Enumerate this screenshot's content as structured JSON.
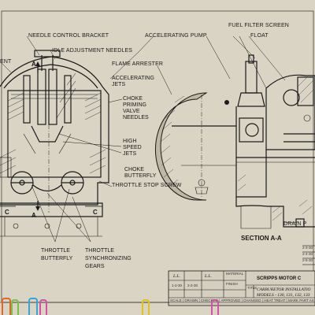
{
  "drawing": {
    "labels": {
      "needle_control_bracket": "NEEDLE CONTROL BRACKET",
      "idle_adjustment_needles": "IDLE ADJUSTMENT NEEDLES",
      "ent": "ENT",
      "flame_arrester": "FLAME ARRESTER",
      "accelerating_jets": "ACCELERATING\nJETS",
      "choke_priming_valve_needles": "CHOKE\nPRIMING\nVALVE\nNEEDLES",
      "high_speed_jets": "HIGH\nSPEED\nJETS",
      "choke_butterfly": "CHOKE\nBUTTERFLY",
      "throttle_stop_screw": "THROTTLE STOP SCREW",
      "throttle_butterfly": "THROTTLE\nBUTTERFLY",
      "throttle_synchronizing_gears": "THROTTLE\nSYNCHRONIZING\nGEARS",
      "accelerating_pump": "ACCELERATING PUMP",
      "fuel_filter_screen": "FUEL FILTER SCREEN",
      "float": "FLOAT",
      "drain_plug": "DRAIN P",
      "section_aa": "SECTION  A-A"
    },
    "section_marks": [
      "A",
      "A",
      "C",
      "C"
    ],
    "side_numbers": [
      "2-3-30",
      "2-4-30",
      "2-5-30"
    ]
  },
  "title_block": {
    "company": "SCRIPPS MOTOR C",
    "title_prefix": "TITLE",
    "title": "CARBURETOR INSTALLATIO",
    "models": "MODELS - 130, 131, 132, 133",
    "dates": [
      "1-2-30",
      "2-2-30"
    ],
    "initials": [
      "L.L.",
      "L.L."
    ],
    "material": "MATERIAL",
    "finish": "FINISH",
    "footer": "SCALE  | DRAWN  | CHECKED | APPROVED | CHANGED  |  HEAT TREAT  |  MARK  PART  AS"
  },
  "colors": {
    "paper": "#d9d4c4",
    "ink": "#1a1a1a",
    "clips": [
      "#e0662a",
      "#7ac043",
      "#33a6d9",
      "#d94fa8",
      "#e3c21a"
    ]
  }
}
